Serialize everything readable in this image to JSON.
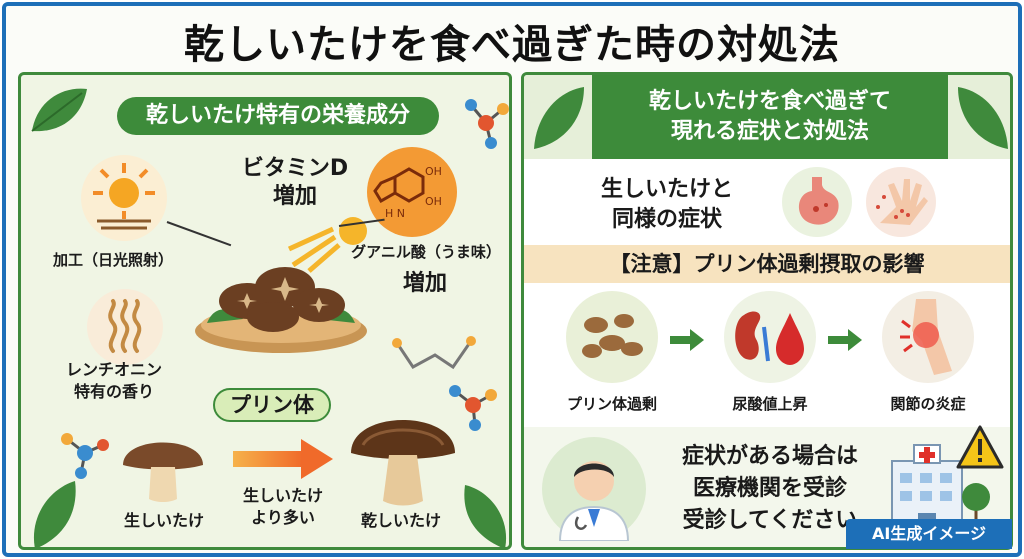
{
  "title": "乾しいたけを食べ過ぎた時の対処法",
  "left_panel": {
    "heading": "乾しいたけ特有の栄養成分",
    "vitamin_d": "ビタミンD\n増加",
    "processing": "加工（日光照射）",
    "guanylic": "グアニル酸（うま味）",
    "guanylic_increase": "増加",
    "lentinan": "レンチオニン\n特有の香り",
    "purine_heading": "プリン体",
    "raw": "生しいたけ",
    "more_than": "生しいたけ\nより多い",
    "dried": "乾しいたけ"
  },
  "right_panel": {
    "heading": "乾しいたけを食べ過ぎて\n現れる症状と対処法",
    "same_symptoms": "生しいたけと\n同様の症状",
    "warning": "【注意】プリン体過剰摂取の影響",
    "flow": [
      "プリン体過剰",
      "尿酸値上昇",
      "関節の炎症"
    ],
    "advice": "症状がある場合は\n医療機関を受診\n受診してください"
  },
  "badge": "AI生成イメージ",
  "colors": {
    "frame": "#1d6fb8",
    "green": "#3d8b3a",
    "orange_arrow": "#f06a2a",
    "warn_band": "#f7e3bf"
  }
}
